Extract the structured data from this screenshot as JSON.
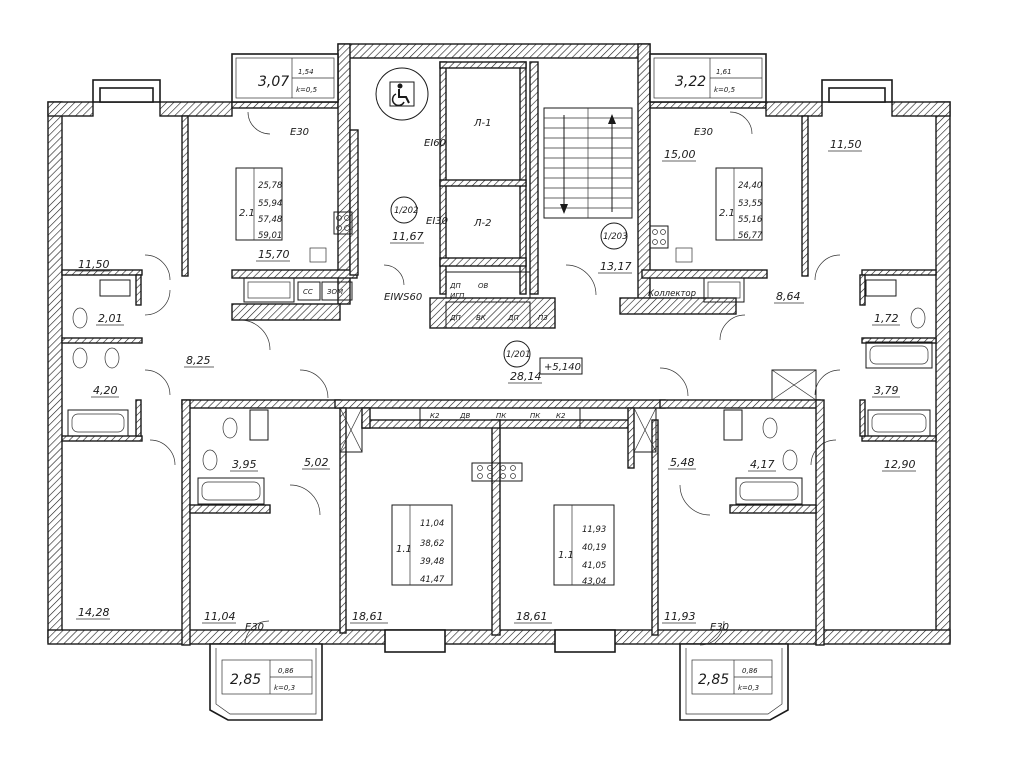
{
  "rooms": {
    "r_11_50_l": "11,50",
    "r_15_70": "15,70",
    "r_2_01": "2,01",
    "r_4_20": "4,20",
    "r_8_25": "8,25",
    "r_3_95": "3,95",
    "r_5_02": "5,02",
    "r_14_28": "14,28",
    "r_11_04": "11,04",
    "r_18_61_l": "18,61",
    "r_18_61_r": "18,61",
    "r_11_93": "11,93",
    "r_5_48": "5,48",
    "r_4_17": "4,17",
    "r_12_90": "12,90",
    "r_3_79": "3,79",
    "r_1_72": "1,72",
    "r_8_64": "8,64",
    "r_11_50_r": "11,50",
    "r_15_00": "15,00",
    "r_13_17": "13,17",
    "r_11_67": "11,67",
    "r_28_14": "28,14"
  },
  "fire": {
    "e30_tl": "E30",
    "e30_tr": "E30",
    "e30_bl": "E30",
    "e30_br": "E30",
    "e160": "EI60",
    "e130": "EI30",
    "eiws60": "EIWS60"
  },
  "marks": {
    "m_1_202": "1/202",
    "m_1_203": "1/203",
    "m_1_201": "1/201",
    "elev": "+5,140",
    "lift1": "Л-1",
    "lift2": "Л-2",
    "collector": "Коллектор"
  },
  "shafts": {
    "s_cc": "СС",
    "s_zom": "ЗОМ",
    "s_ov": "ОВ",
    "s_dp1": "ДП",
    "s_vk": "ВК",
    "s_dp2": "ДП",
    "s_dp3": "ДП",
    "s_igp": "ИГП",
    "s_pz": "ПЗ",
    "s_k2a": "К2",
    "s_dv": "ДВ",
    "s_pk1": "ПК",
    "s_pk2": "ПК",
    "s_k2b": "К2"
  },
  "balconies": {
    "tl": {
      "area": "3,07",
      "net": "1,54",
      "k": "k=0,5"
    },
    "tr": {
      "area": "3,22",
      "net": "1,61",
      "k": "k=0,5"
    },
    "bl": {
      "area": "2,85",
      "net": "0,86",
      "k": "k=0,3"
    },
    "br": {
      "area": "2,85",
      "net": "0,86",
      "k": "k=0,3"
    }
  },
  "apartments": {
    "tl": {
      "type": "2.1",
      "a": "25,78",
      "b": "55,94",
      "c": "57,48",
      "d": "59,01"
    },
    "tr": {
      "type": "2.1",
      "a": "24,40",
      "b": "53,55",
      "c": "55,16",
      "d": "56,77"
    },
    "bl": {
      "type": "1.1",
      "a": "11,04",
      "b": "38,62",
      "c": "39,48",
      "d": "41,47"
    },
    "br": {
      "type": "1.1",
      "a": "11,93",
      "b": "40,19",
      "c": "41,05",
      "d": "43,04"
    }
  }
}
